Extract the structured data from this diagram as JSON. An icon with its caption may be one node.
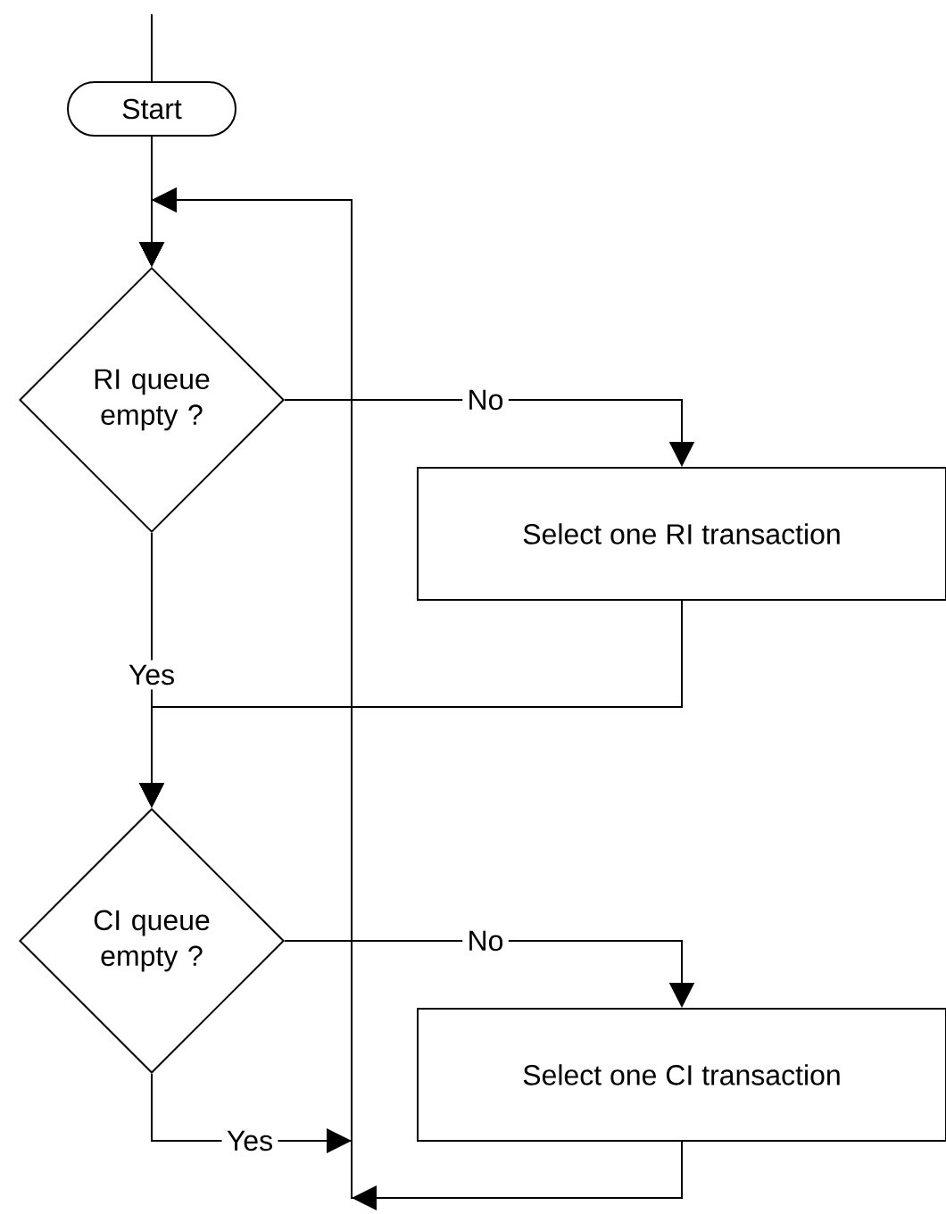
{
  "diagram": {
    "nodes": [
      {
        "text": [
          "Start"
        ]
      },
      {
        "text": [
          "RI queue empty ?"
        ]
      },
      {
        "text": [
          "Select one RI transaction"
        ]
      },
      {
        "text": [
          "CI queue empty ?"
        ]
      },
      {
        "text": [
          "Select one CI transaction"
        ]
      }
    ],
    "edges": [
      {
        "from": null,
        "to": 0,
        "arrow": "none"
      },
      {
        "from": 0,
        "to": 1,
        "arrow": "to"
      },
      {
        "from": 1,
        "to": 2,
        "arrow": "to",
        "label": "No"
      },
      {
        "from": 1,
        "to": 3,
        "arrow": "to",
        "label": "Yes"
      },
      {
        "from": 2,
        "to": 3,
        "arrow": "to"
      },
      {
        "from": 3,
        "to": 4,
        "arrow": "to",
        "label": "No"
      },
      {
        "from": 3,
        "to": 1,
        "arrow": "to",
        "label": "Yes"
      },
      {
        "from": 4,
        "to": 1,
        "arrow": "to"
      }
    ]
  }
}
